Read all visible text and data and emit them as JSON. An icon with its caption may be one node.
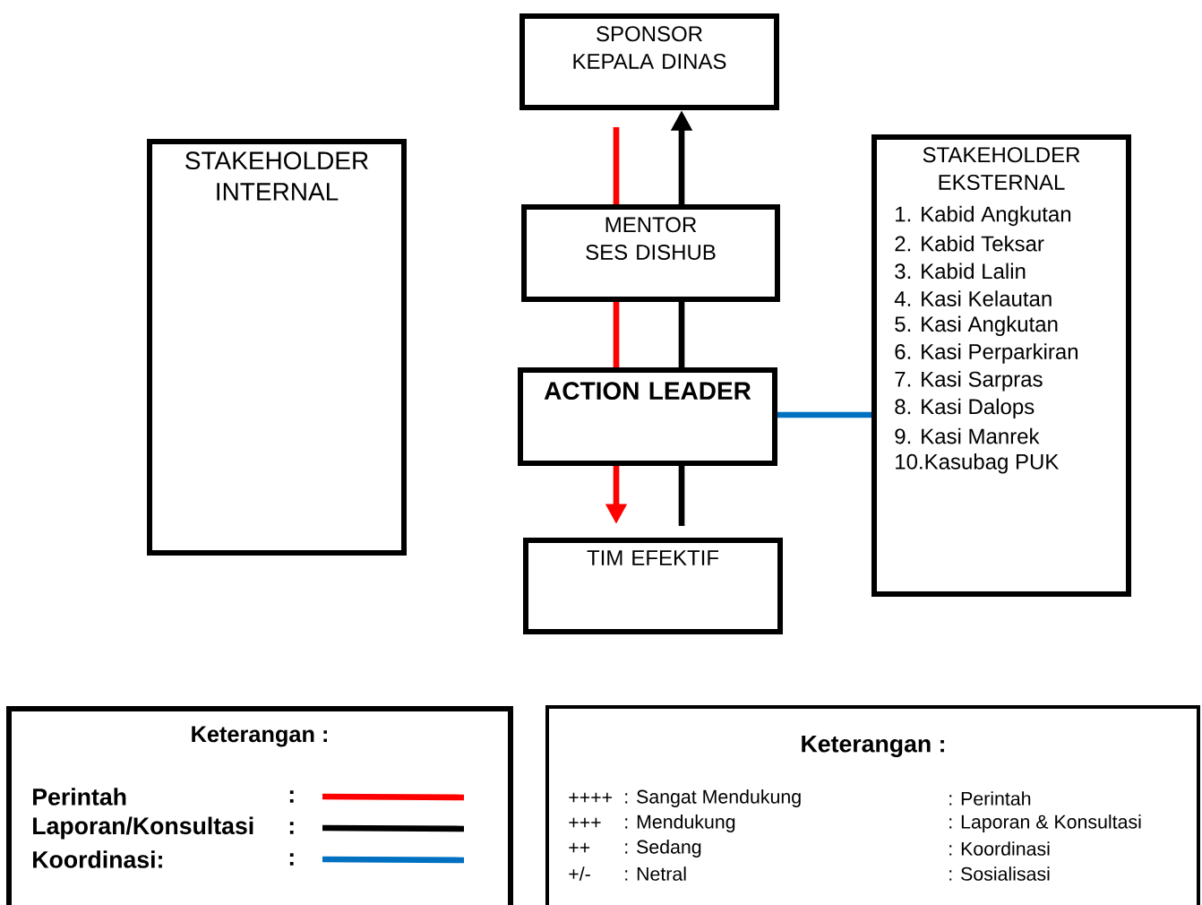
{
  "diagram": {
    "nodes": [
      {
        "text": [
          "SPONSOR KEPALA DINAS"
        ]
      },
      {
        "text": [
          "STAKEHOLDER INTERNAL"
        ]
      },
      {
        "text": [
          "MENTOR SES DISHUB"
        ]
      },
      {
        "text": [
          "STAKEHOLDER EKSTERNAL",
          "1. Kabid Angkutan",
          "2. Kabid Teksar",
          "3. Kabid Lalin",
          "4. Kasi Kelautan",
          "5. Kasi Angkutan",
          "6. Kasi Perparkiran",
          "7. Kasi Sarpras",
          "8. Kasi Dalops",
          "9. Kasi Manrek",
          "10.Kasubag PUK"
        ]
      },
      {
        "text": [
          "ACTION LEADER"
        ]
      },
      {
        "text": [
          "TIM EFEKTIF"
        ]
      }
    ],
    "edges": [
      {
        "from": 0,
        "to": 2,
        "arrow": "none",
        "color": "#ff0000"
      },
      {
        "from": 2,
        "to": 0,
        "arrow": "to",
        "color": "#000000"
      },
      {
        "from": 2,
        "to": 4,
        "arrow": "none",
        "color": "#ff0000"
      },
      {
        "from": 4,
        "to": 2,
        "arrow": "none",
        "color": "#000000"
      },
      {
        "from": 4,
        "to": 5,
        "arrow": "to",
        "color": "#ff0000"
      },
      {
        "from": 5,
        "to": 4,
        "arrow": "none",
        "color": "#000000"
      },
      {
        "from": 4,
        "to": 3,
        "arrow": "none",
        "color": "#0070c0"
      }
    ],
    "labels": [
      "Keterangan :",
      ":",
      ":",
      ":",
      "Keterangan :",
      "++++",
      ": Sangat Mendukung",
      ": Perintah",
      "+++",
      ": Mendukung",
      ": Laporan & Konsultasi",
      "++",
      ": Sedang",
      ": Koordinasi",
      "+/-",
      ": Netral",
      ": Sosialisasi"
    ],
    "legend": [
      {
        "text": "Perintah",
        "color": "#ff0000"
      },
      {
        "text": "Laporan/Konsultasi",
        "color": "#000000"
      },
      {
        "text": "Koordinasi:",
        "color": "#0070c0"
      }
    ]
  }
}
